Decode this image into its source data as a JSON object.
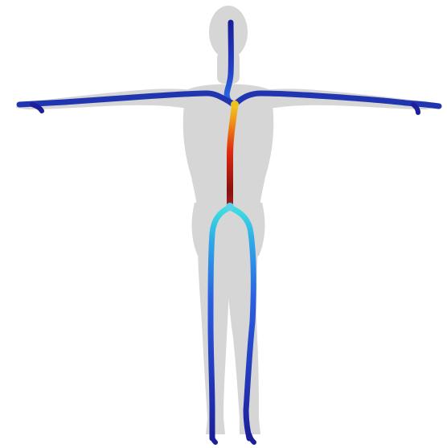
{
  "scene": {
    "subject": "human-body-silhouette",
    "pose": "t-pose",
    "silhouette_color": "#d6d6d6",
    "background_color": "#ffffff",
    "skeleton_colormap": "jet",
    "skeleton_color_stops": {
      "low": "#1b1f9a",
      "mid_low": "#2b5fe0",
      "mid": "#3fe0e0",
      "mid_high": "#f0c020",
      "high": "#e03010",
      "peak": "#8a1010"
    }
  }
}
